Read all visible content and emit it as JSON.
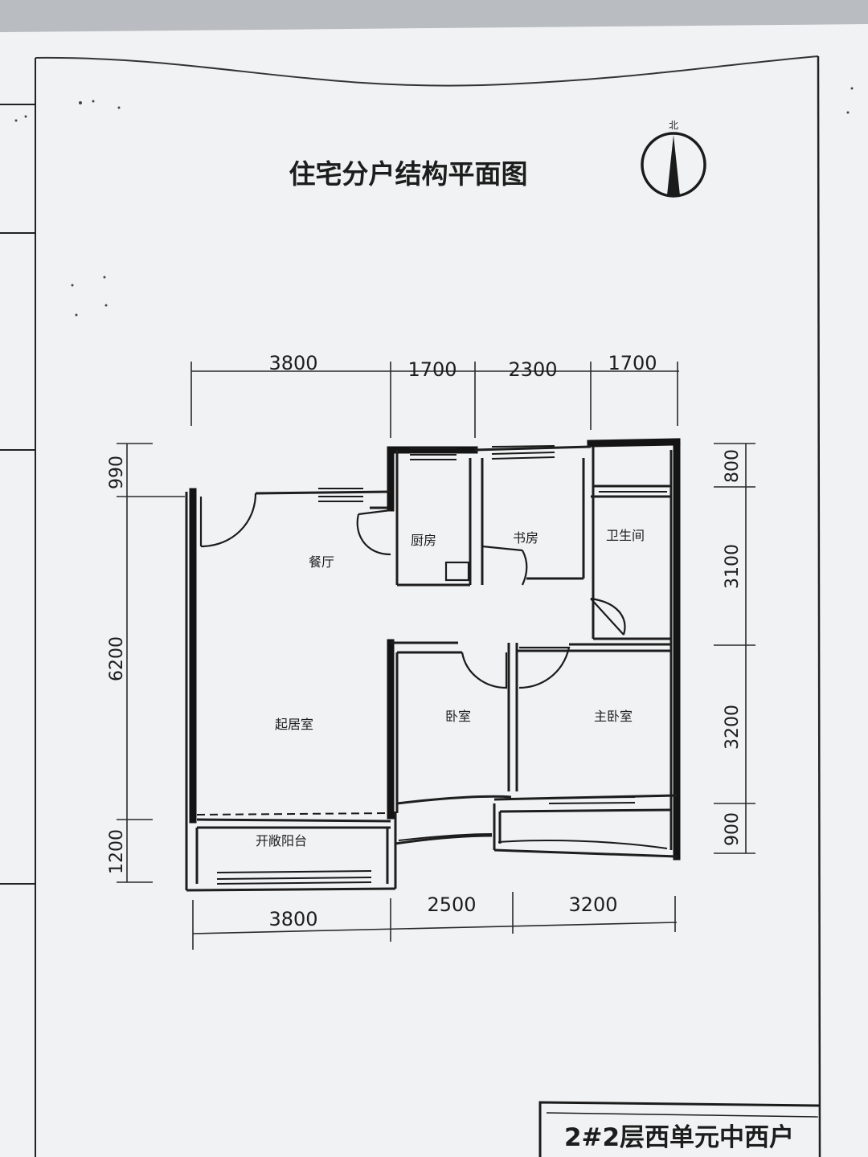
{
  "title": "住宅分户结构平面图",
  "north_mark": "北",
  "unit_label": "2#2层西单元中西户",
  "rooms": {
    "dining": "餐厅",
    "kitchen": "厨房",
    "study": "书房",
    "bathroom": "卫生间",
    "living": "起居室",
    "bedroom": "卧室",
    "master_bedroom": "主卧室",
    "balcony": "开敞阳台"
  },
  "dimensions": {
    "top": [
      "3800",
      "1700",
      "2300",
      "1700"
    ],
    "bottom": [
      "3800",
      "2500",
      "3200"
    ],
    "left": [
      "990",
      "6200",
      "1200"
    ],
    "right": [
      "800",
      "3100",
      "3200",
      "900"
    ]
  },
  "colors": {
    "paper": "#f1f2f3",
    "ink": "#1b1b1b",
    "background": "#b9bcc0"
  }
}
